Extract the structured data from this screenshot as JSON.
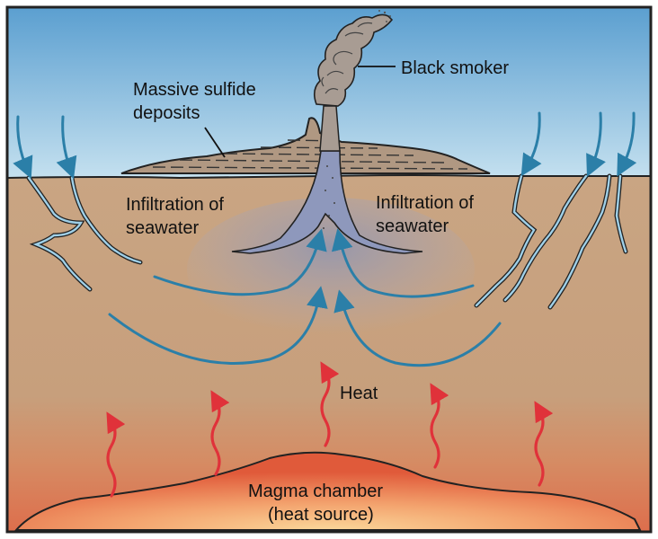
{
  "labels": {
    "black_smoker": "Black smoker",
    "sulfide_line1": "Massive sulfide",
    "sulfide_line2": "deposits",
    "infiltration_left_line1": "Infiltration of",
    "infiltration_left_line2": "seawater",
    "infiltration_right_line1": "Infiltration of",
    "infiltration_right_line2": "seawater",
    "heat": "Heat",
    "magma_line1": "Magma chamber",
    "magma_line2": "(heat source)"
  },
  "colors": {
    "sea_top": "#5b9fd0",
    "sea_bottom": "#c4e0ef",
    "crust": "#c9a583",
    "magma_hot": "#f7c58a",
    "magma_edge": "#e0603a",
    "water_arrow": "#2b7fa8",
    "heat_arrow": "#e0323a",
    "plume": "#8793b8",
    "smoker": "#a89c93",
    "mound": "#b09882"
  }
}
